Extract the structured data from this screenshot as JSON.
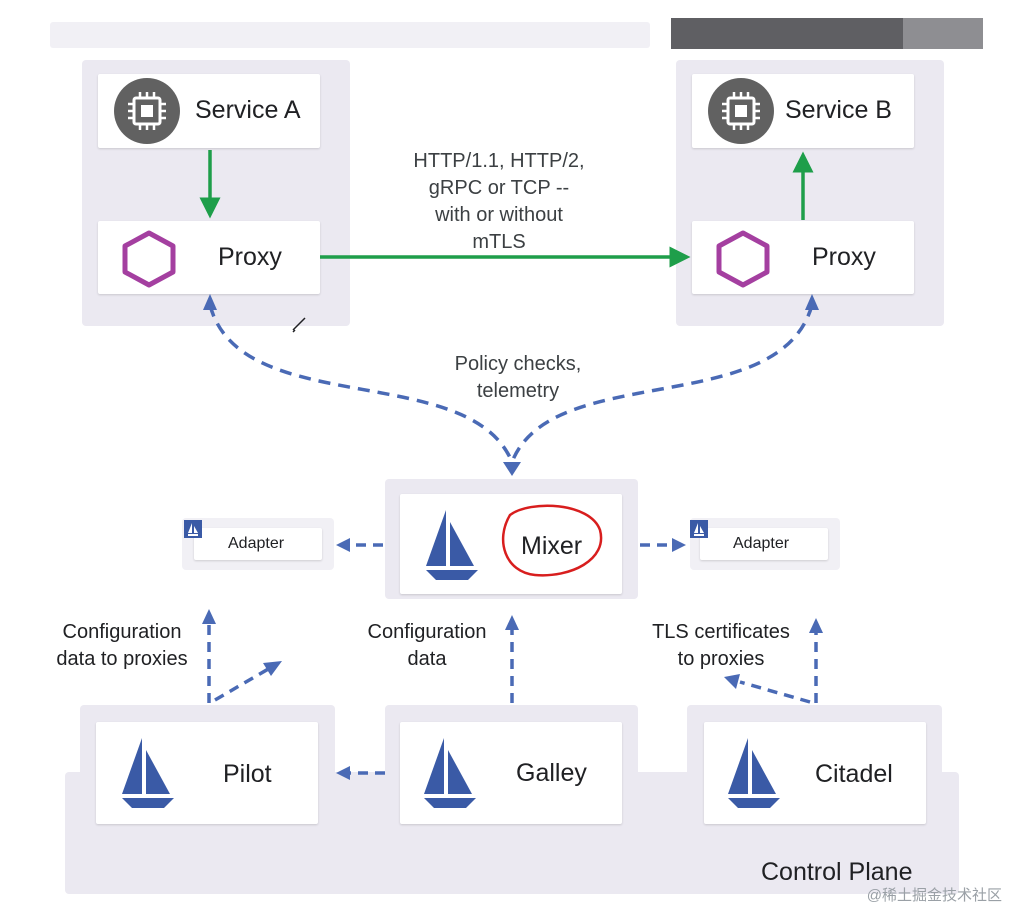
{
  "nodes": {
    "service_a": {
      "label": "Service A",
      "icon": "chip-icon"
    },
    "service_b": {
      "label": "Service B",
      "icon": "chip-icon"
    },
    "proxy_a": {
      "label": "Proxy",
      "icon": "hexagon-icon"
    },
    "proxy_b": {
      "label": "Proxy",
      "icon": "hexagon-icon"
    },
    "mixer": {
      "label": "Mixer",
      "icon": "sailboat-icon"
    },
    "adapter_left": {
      "label": "Adapter",
      "icon": "sailboat-icon"
    },
    "adapter_right": {
      "label": "Adapter",
      "icon": "sailboat-icon"
    },
    "pilot": {
      "label": "Pilot",
      "icon": "sailboat-icon"
    },
    "galley": {
      "label": "Galley",
      "icon": "sailboat-icon"
    },
    "citadel": {
      "label": "Citadel",
      "icon": "sailboat-icon"
    }
  },
  "edge_labels": {
    "proxy_to_proxy": [
      "HTTP/1.1, HTTP/2,",
      "gRPC or TCP --",
      "with or without",
      "mTLS"
    ],
    "policy": [
      "Policy checks,",
      "telemetry"
    ],
    "pilot_config": [
      "Configuration",
      "data to proxies"
    ],
    "galley_config": [
      "Configuration",
      "data"
    ],
    "citadel_tls": [
      "TLS certificates",
      "to proxies"
    ]
  },
  "groups": {
    "control_plane": "Control Plane"
  },
  "watermark": "@稀土掘金技术社区",
  "colors": {
    "green_arrow": "#1e9e4a",
    "dashed_arrow": "#4a6ab5",
    "hexagon": "#a43fa0",
    "sail": "#3a5aa6",
    "chip_bg": "#616161",
    "mixer_circle": "#d81e1e",
    "group_bg": "#ebe9f1"
  }
}
